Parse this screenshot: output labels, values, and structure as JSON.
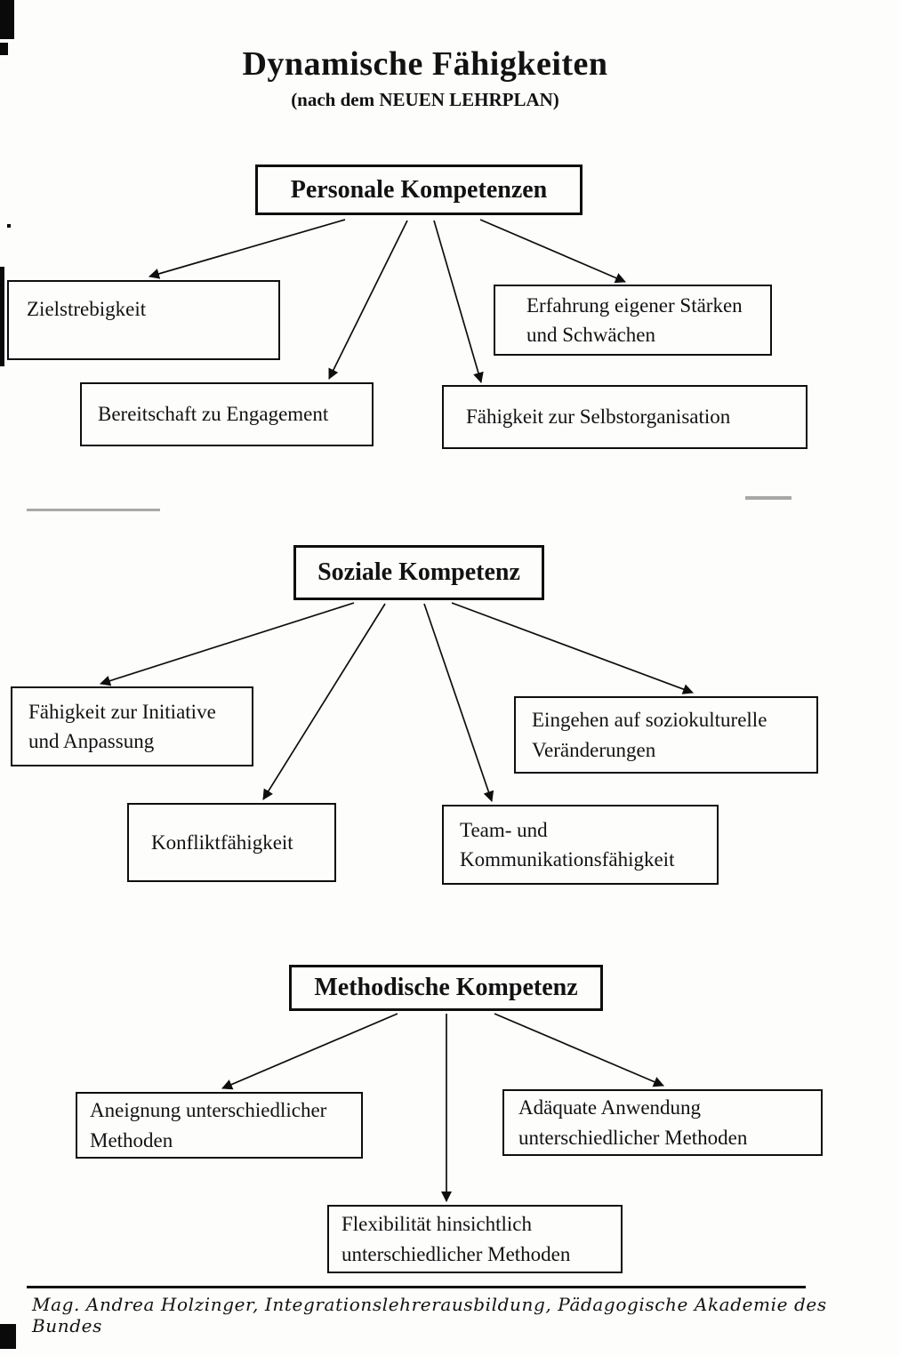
{
  "page": {
    "title": "Dynamische Fähigkeiten",
    "subtitle": "(nach dem NEUEN LEHRPLAN)",
    "footer": "Mag. Andrea Holzinger, Integrationslehrerausbildung, Pädagogische Akademie des Bundes"
  },
  "sections": [
    {
      "header": "Personale Kompetenzen",
      "children": [
        {
          "label": "Zielstrebigkeit"
        },
        {
          "label": "Erfahrung eigener Stärken und Schwächen"
        },
        {
          "label": "Bereitschaft zu Engagement"
        },
        {
          "label": "Fähigkeit zur Selbstorganisation"
        }
      ]
    },
    {
      "header": "Soziale Kompetenz",
      "children": [
        {
          "label": "Fähigkeit zur Initiative und Anpassung"
        },
        {
          "label": "Eingehen auf soziokulturelle Veränderungen"
        },
        {
          "label": "Konfliktfähigkeit"
        },
        {
          "label": "Team- und Kommunikationsfähigkeit"
        }
      ]
    },
    {
      "header": "Methodische Kompetenz",
      "children": [
        {
          "label": "Aneignung unterschiedlicher Methoden"
        },
        {
          "label": "Adäquate Anwendung unterschiedlicher Methoden"
        },
        {
          "label": "Flexibilität hinsichtlich unterschiedlicher Methoden"
        }
      ]
    }
  ]
}
